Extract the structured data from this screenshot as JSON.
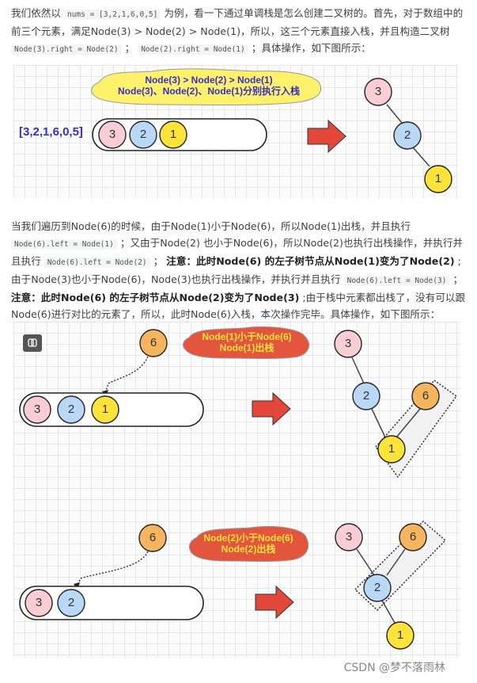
{
  "intro": {
    "t1": "我们依然以",
    "code1": "nums = [3,2,1,6,0,5]",
    "t2": "为例，看一下通过单调栈是怎么创建二叉树的。首先，对于数组中的前三个元素，满足Node(3) > Node(2) > Node(1)，所以，这三个元素直接入栈，并且构造二叉树",
    "code2": "Node(3).right = Node(2)",
    "t3": "；",
    "code3": "Node(2).right = Node(1)",
    "t4": "；具体操作，如下图所示："
  },
  "fig1": {
    "array_label": "[3,2,1,6,0,5]",
    "bubble_line1": "Node(3) > Node(2) > Node(1)",
    "bubble_line2": "Node(3)、Node(2)、Node(1)分别执行入栈",
    "stack": [
      "3",
      "2",
      "1"
    ],
    "tree": [
      "3",
      "2",
      "1"
    ]
  },
  "para2": {
    "t1": "当我们遍历到Node(6)的时候，由于Node(1)小于Node(6)，所以Node(1)出栈，并且执行",
    "code1": "Node(6).left = Node(1)",
    "t2": "；又由于Node(2) 也小于Node(6)，所以Node(2)也执行出栈操作，并执行并且执行",
    "code2": "Node(6).left = Node(2)",
    "t3": "；",
    "b1": "注意：此时Node(6) 的左子树节点从Node(1)变为了Node(2)",
    "t4": ";由于Node(3)也小于Node(6)，Node(3)也执行出栈操作，并执行并且执行",
    "code3": "Node(6).left = Node(3)",
    "t5": "；",
    "b2": "注意：此时Node(6) 的左子树节点从Node(2)变为了Node(3)",
    "t6": ";由于栈中元素都出栈了，没有可以跟Node(6)进行对比的元素了，所以，此时Node(6)入栈，本次操作完毕。具体操作，如下图所示："
  },
  "fig2": {
    "incoming": "6",
    "bubble_line1": "Node(1)小于Node(6)",
    "bubble_line2": "Node(1)出栈",
    "stack": [
      "3",
      "2",
      "1"
    ],
    "tree": [
      "3",
      "2",
      "6",
      "1"
    ]
  },
  "fig3": {
    "incoming": "6",
    "bubble_line1": "Node(2)小于Node(6)",
    "bubble_line2": "Node(2)出栈",
    "stack": [
      "3",
      "2"
    ],
    "tree": [
      "3",
      "6",
      "2",
      "1"
    ]
  },
  "watermark": "CSDN @梦不落雨林",
  "colors": {
    "pink": "#f8cdd4",
    "blue": "#b9d8f6",
    "yellow": "#fbe33a",
    "orange": "#f4b55e",
    "arrow_red": "#e2473a",
    "bubble_yellow": "#fdf06a",
    "bubble_red": "#e4553e",
    "text_blue": "#3730c4"
  }
}
